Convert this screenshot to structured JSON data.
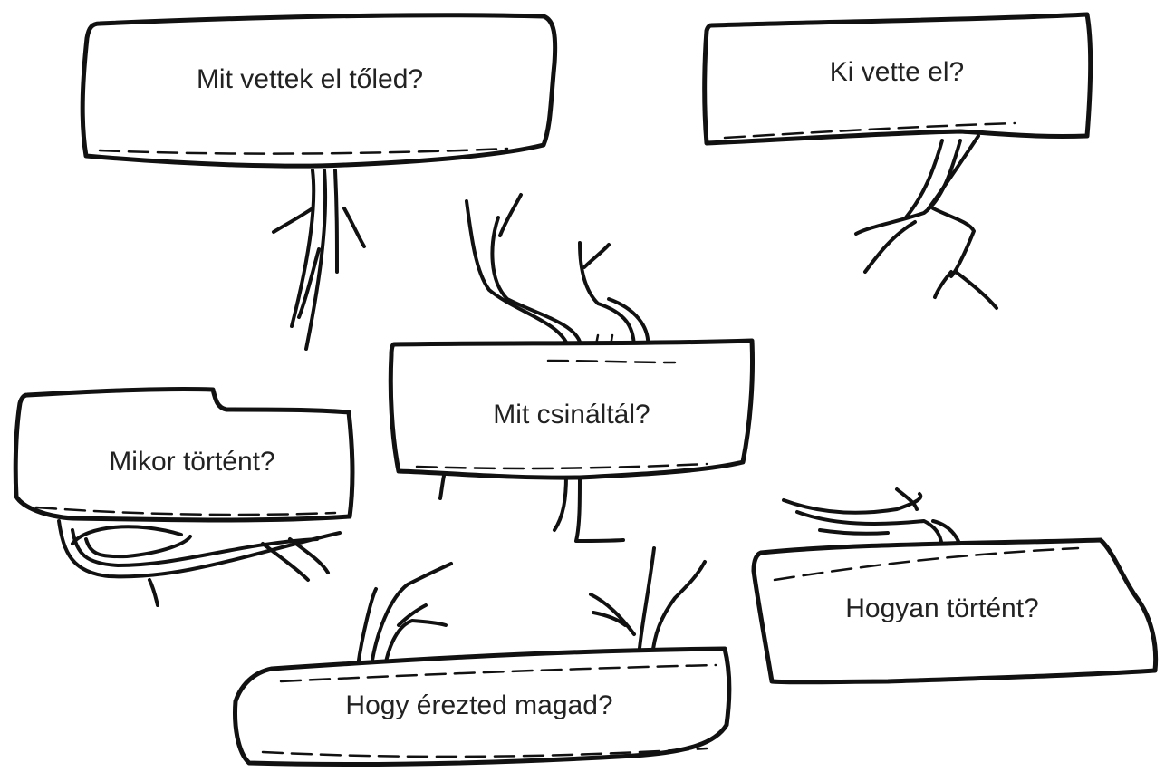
{
  "signs": [
    {
      "id": "what-taken",
      "text": "Mit vettek el tőled?"
    },
    {
      "id": "who-took",
      "text": "Ki vette el?"
    },
    {
      "id": "what-did",
      "text": "Mit csináltál?"
    },
    {
      "id": "when",
      "text": "Mikor történt?"
    },
    {
      "id": "how",
      "text": "Hogyan történt?"
    },
    {
      "id": "feel",
      "text": "Hogy érezted magad?"
    }
  ]
}
